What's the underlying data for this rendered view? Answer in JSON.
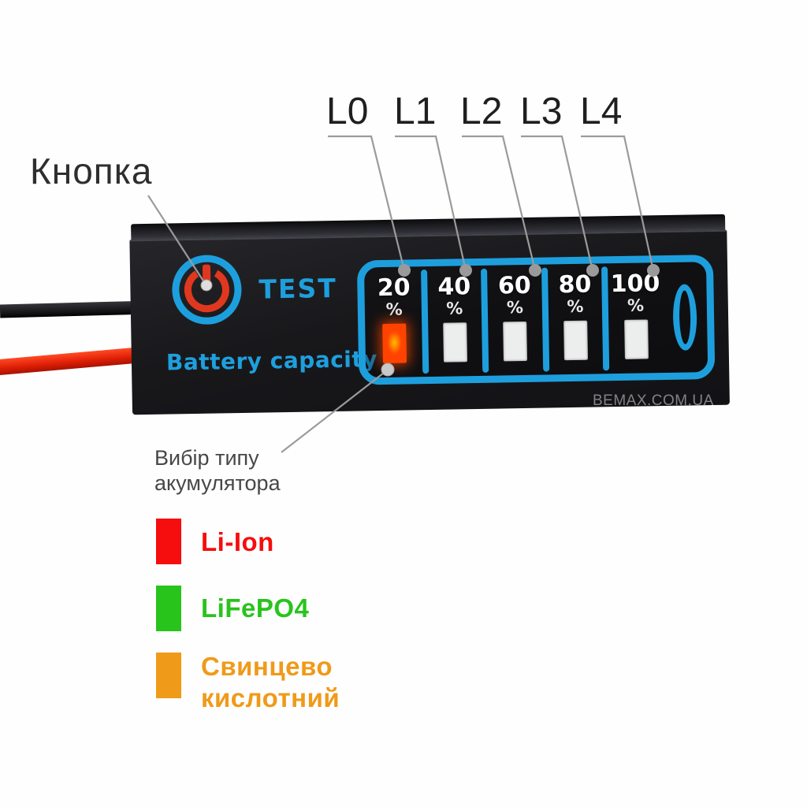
{
  "annotations": {
    "button_label": "Кнопка",
    "led_labels": [
      "L0",
      "L1",
      "L2",
      "L3",
      "L4"
    ],
    "battery_type_note": "Вибір типу акумулятора"
  },
  "module": {
    "test_button_label": "TEST",
    "subtitle": "Battery capacity",
    "watermark": "BEMAX.COM.UA",
    "display": {
      "segments": [
        {
          "percent": "20",
          "unit": "%",
          "led": "on"
        },
        {
          "percent": "40",
          "unit": "%",
          "led": "off"
        },
        {
          "percent": "60",
          "unit": "%",
          "led": "off"
        },
        {
          "percent": "80",
          "unit": "%",
          "led": "off"
        },
        {
          "percent": "100",
          "unit": "%",
          "led": "off"
        }
      ]
    }
  },
  "legend": {
    "items": [
      {
        "label": "Li-Ion",
        "color": "#f60d0d"
      },
      {
        "label": "LiFePO4",
        "color": "#28c41c"
      },
      {
        "label": "Свинцево кислотний",
        "color": "#f09a19"
      }
    ]
  },
  "colors": {
    "module_print_blue": "#1e9fdd",
    "power_symbol_red": "#e0381f",
    "led_on": "#ff4200",
    "led_off": "#eceded",
    "wire_black": "#1a1a1c",
    "wire_red": "#e02007",
    "callout_gray": "#9b9b9b"
  }
}
